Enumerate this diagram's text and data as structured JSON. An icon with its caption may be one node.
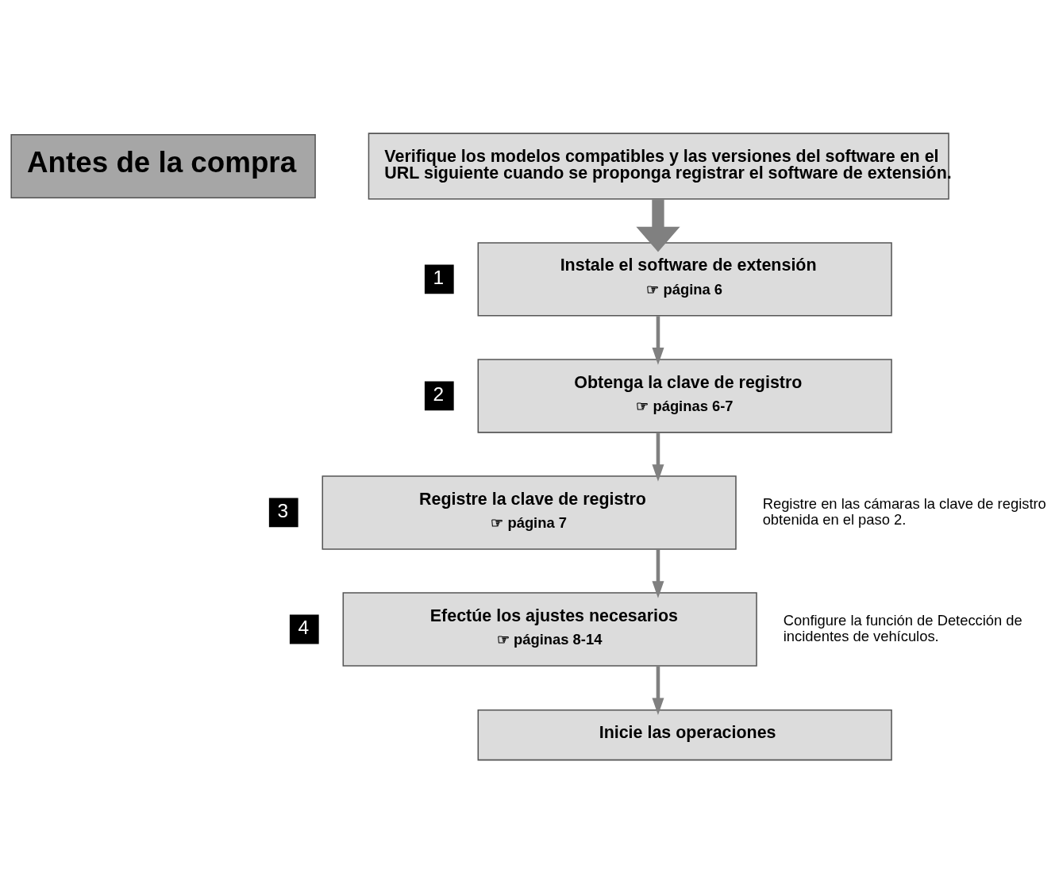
{
  "diagram": {
    "nodes": [
      {
        "text": [
          "Antes de la compra"
        ]
      },
      {
        "text": [
          "Verifique los modelos compatibles y las versiones del software en el URL siguiente cuando se proponga registrar el software de extensión."
        ]
      },
      {
        "text": [
          "Instale el software de extensión",
          "☞ página 6"
        ],
        "beside": [
          "1"
        ]
      },
      {
        "text": [
          "Obtenga la clave de registro",
          "☞ páginas 6-7"
        ],
        "beside": [
          "2"
        ]
      },
      {
        "text": [
          "Registre la clave de registro",
          "☞ página 7"
        ],
        "beside": [
          "3",
          "Registre en las cámaras la clave de registro obtenida en el paso 2."
        ]
      },
      {
        "text": [
          "Efectúe los ajustes necesarios",
          "☞ páginas 8-14"
        ],
        "beside": [
          "4",
          "Configure la función de Detección de incidentes de vehículos."
        ]
      },
      {
        "text": [
          "Inicie las operaciones"
        ]
      }
    ],
    "edges": [
      {
        "from": 1,
        "to": 2,
        "arrow": "to",
        "style": "thick"
      },
      {
        "from": 2,
        "to": 3,
        "arrow": "to"
      },
      {
        "from": 3,
        "to": 4,
        "arrow": "to"
      },
      {
        "from": 4,
        "to": 5,
        "arrow": "to"
      },
      {
        "from": 5,
        "to": 6,
        "arrow": "to"
      }
    ]
  }
}
